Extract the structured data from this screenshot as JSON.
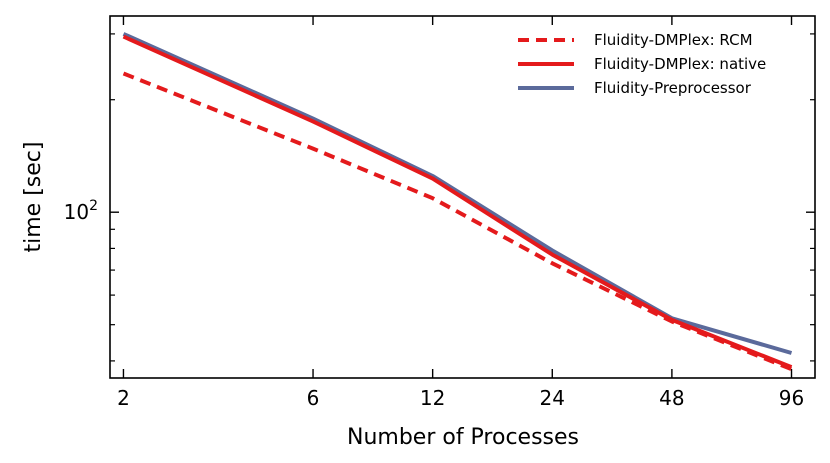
{
  "chart_data": {
    "type": "line",
    "xlabel": "Number of Processes",
    "ylabel": "time [sec]",
    "x_scale": "log2",
    "y_scale": "log10",
    "xlim": [
      1.85,
      110
    ],
    "ylim": [
      36,
      335
    ],
    "x_ticks": [
      2,
      6,
      12,
      24,
      48,
      96
    ],
    "x_tick_labels": [
      "2",
      "6",
      "12",
      "24",
      "48",
      "96"
    ],
    "y_major_ticks": [
      100
    ],
    "y_major_tick_labels": [
      {
        "base": "10",
        "exp": "2"
      }
    ],
    "y_minor_ticks": [
      40,
      50,
      60,
      70,
      80,
      90,
      200,
      300
    ],
    "grid": false,
    "legend_position": "top-right",
    "series": [
      {
        "name": "Fluidity-DMPlex: RCM",
        "style": "dashed",
        "color": "#e41a1c",
        "x": [
          2,
          6,
          12,
          24,
          48,
          96
        ],
        "y": [
          235,
          148,
          109,
          73,
          51,
          38
        ]
      },
      {
        "name": "Fluidity-DMPlex: native",
        "style": "solid",
        "color": "#e41a1c",
        "x": [
          2,
          6,
          12,
          24,
          48,
          96
        ],
        "y": [
          295,
          175,
          123,
          77,
          51.5,
          38.5
        ]
      },
      {
        "name": "Fluidity-Preprocessor",
        "style": "solid",
        "color": "#5b6a9b",
        "x": [
          2,
          6,
          12,
          24,
          48,
          96
        ],
        "y": [
          300,
          178,
          125,
          79,
          52,
          42
        ]
      }
    ]
  }
}
